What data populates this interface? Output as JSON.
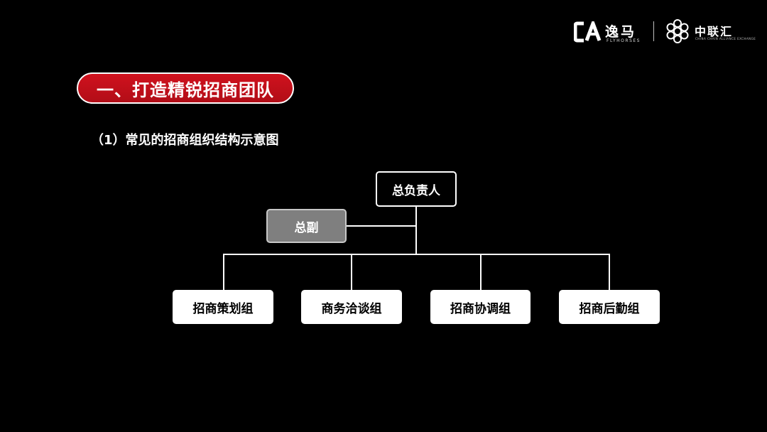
{
  "logos": {
    "yima_name": "逸马",
    "yima_sub": "FLYHORSES",
    "zlh_name": "中联汇",
    "zlh_sub": "CHINA CHAIN ALLIANCE EXCHANGE"
  },
  "section": {
    "title": "一、打造精锐招商团队",
    "subtitle": "（1）常见的招商组织结构示意图"
  },
  "diagram": {
    "root": "总负责人",
    "deputy": "总副",
    "groups": [
      "招商策划组",
      "商务洽谈组",
      "招商协调组",
      "招商后勤组"
    ]
  },
  "colors": {
    "background": "#000000",
    "accent_red": "#c8101a",
    "deputy_gray": "#7f7f7f"
  }
}
